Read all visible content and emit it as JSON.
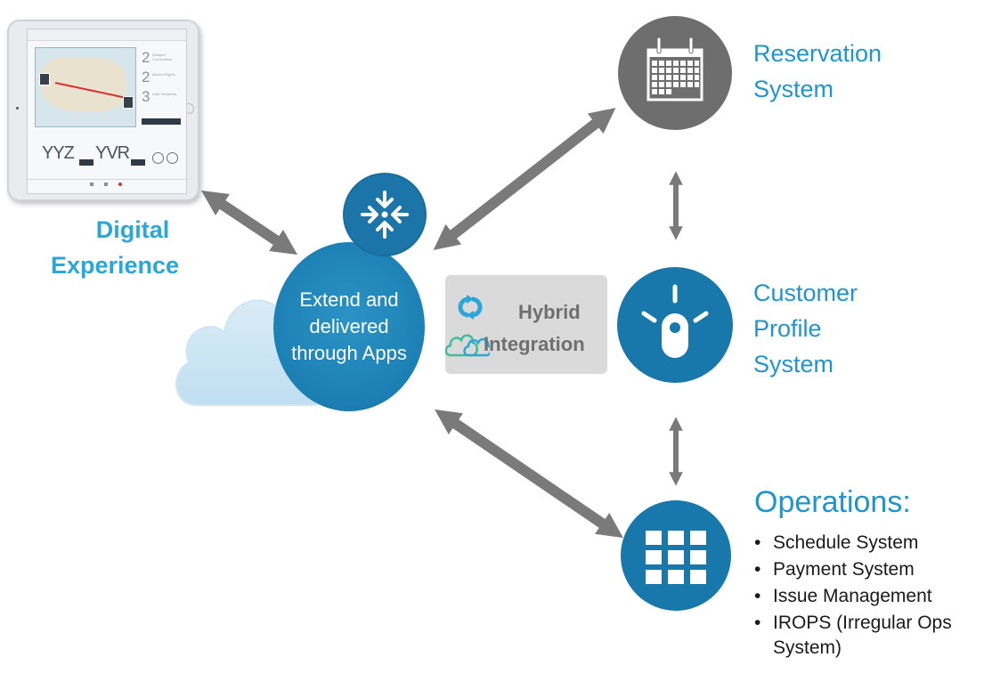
{
  "tablet": {
    "stats": [
      {
        "number": "2",
        "text": "Delayed Connections"
      },
      {
        "number": "2",
        "text": "Missed Flights"
      },
      {
        "number": "3",
        "text": "Hotel Requests"
      }
    ],
    "origin_code": "YYZ",
    "destination_code": "YVR"
  },
  "digital_experience": {
    "line1": "Digital",
    "line2": "Experience"
  },
  "hub": {
    "line1": "Extend and",
    "line2": "delivered",
    "line3": "through Apps"
  },
  "hybrid_integration": {
    "line1": "Hybrid",
    "line2": "Integration"
  },
  "reservation": {
    "line1": "Reservation",
    "line2": "System"
  },
  "customer_profile": {
    "line1": "Customer",
    "line2": "Profile",
    "line3": "System"
  },
  "operations": {
    "title": "Operations:",
    "items": [
      "Schedule System",
      "Payment System",
      "Issue Management",
      "IROPS (Irregular Ops",
      "System)"
    ]
  },
  "colors": {
    "accent_blue": "#29a7db",
    "circle_blue": "#1877ab",
    "circle_gray": "#6e6e6e",
    "arrow_gray": "#7a7a7a"
  }
}
